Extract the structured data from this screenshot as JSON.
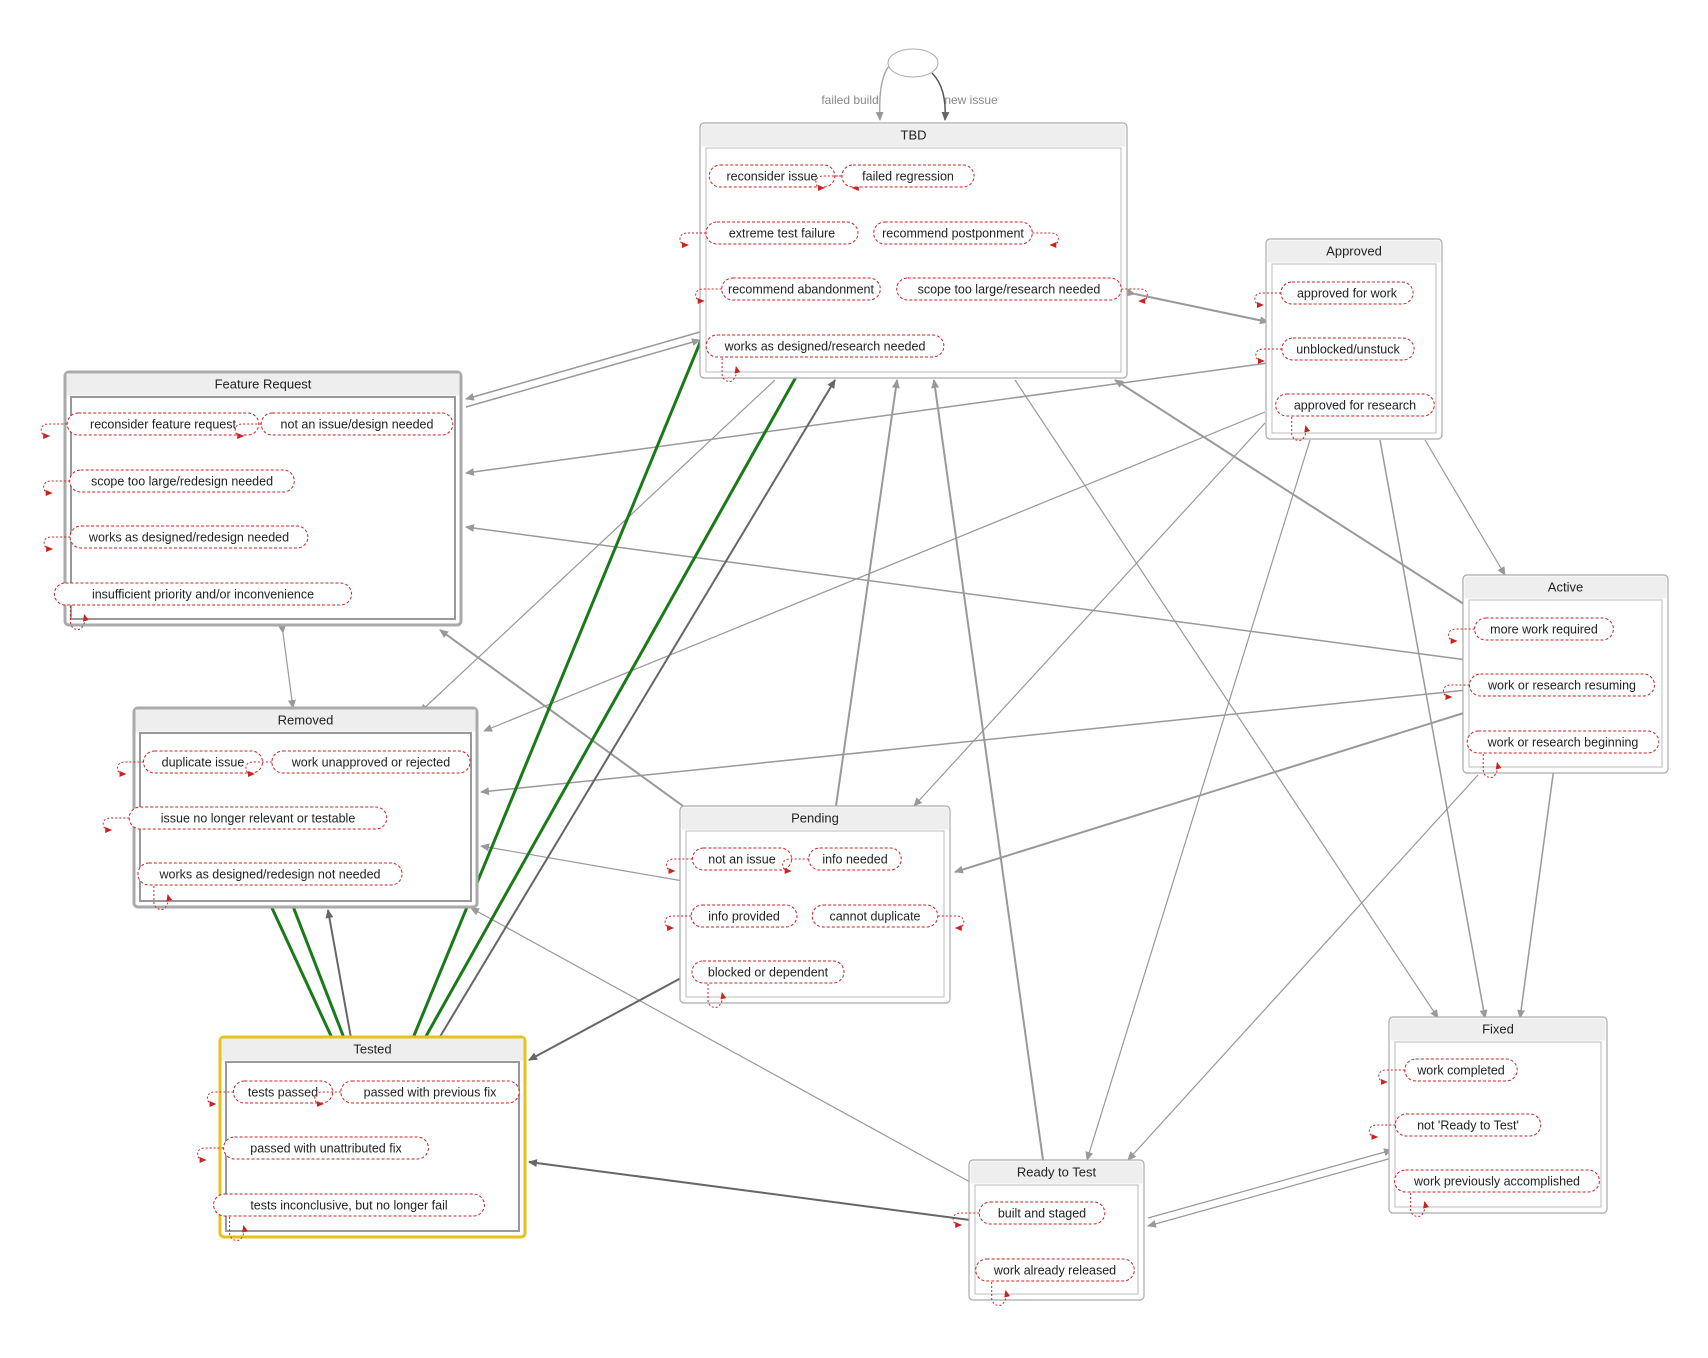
{
  "start_edges": {
    "failed_build": "failed build",
    "new_issue": "new issue"
  },
  "states": {
    "tbd": {
      "title": "TBD",
      "reasons": [
        "reconsider issue",
        "failed regression",
        "extreme test failure",
        "recommend postponment",
        "recommend abandonment",
        "scope too large/research needed",
        "works as designed/research needed"
      ]
    },
    "approved": {
      "title": "Approved",
      "reasons": [
        "approved for work",
        "unblocked/unstuck",
        "approved for research"
      ]
    },
    "feature": {
      "title": "Feature Request",
      "reasons": [
        "reconsider feature request",
        "not an issue/design needed",
        "scope too large/redesign needed",
        "works as designed/redesign needed",
        "insufficient priority and/or inconvenience"
      ]
    },
    "active": {
      "title": "Active",
      "reasons": [
        "more work required",
        "work or research resuming",
        "work or research beginning"
      ]
    },
    "removed": {
      "title": "Removed",
      "reasons": [
        "duplicate issue",
        "work unapproved or rejected",
        "issue no longer relevant or testable",
        "works as designed/redesign not needed"
      ]
    },
    "pending": {
      "title": "Pending",
      "reasons": [
        "not an issue",
        "info needed",
        "info provided",
        "cannot duplicate",
        "blocked or dependent"
      ]
    },
    "tested": {
      "title": "Tested",
      "reasons": [
        "tests passed",
        "passed with previous fix",
        "passed with unattributed fix",
        "tests inconclusive, but no longer fail"
      ]
    },
    "fixed": {
      "title": "Fixed",
      "reasons": [
        "work completed",
        "not 'Ready to Test'",
        "work previously accomplished"
      ]
    },
    "ready": {
      "title": "Ready to Test",
      "reasons": [
        "built and staged",
        "work already released"
      ]
    }
  },
  "colors": {
    "reason_border": "#cc2222",
    "highlight_border": "#e6c21e",
    "highlight_edge": "#1a7a1a",
    "edge": "#999999",
    "edge_dark": "#666666"
  }
}
